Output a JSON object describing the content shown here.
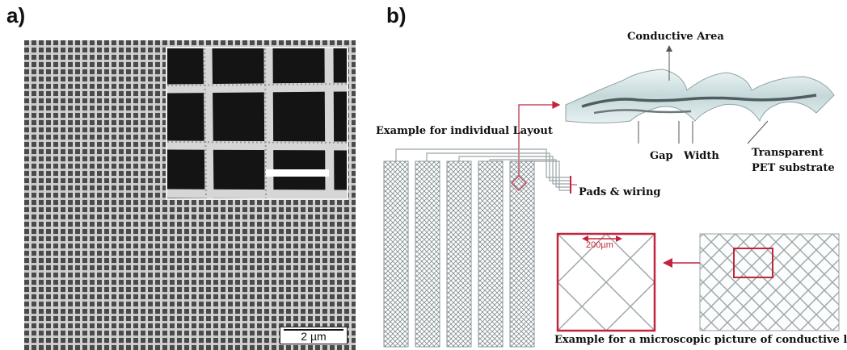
{
  "panels": {
    "a": {
      "label": "a)",
      "scale_bar": "2 µm"
    },
    "b": {
      "label": "b)",
      "conductive_area": "Conductive Area",
      "individual_layout": "Example for individual Layout",
      "gap": "Gap",
      "width": "Width",
      "substrate_line1": "Transparent",
      "substrate_line2": "PET substrate",
      "pads_wiring": "Pads & wiring",
      "scale_200": "200µm",
      "microscopic_caption": "Example for a microscopic  picture of conductive layer"
    }
  },
  "colors": {
    "accent": "#c3243d",
    "line_gray": "#9aa5a8",
    "electrode_hatch": "#7f8c8f",
    "film": "#cfe0e2"
  }
}
